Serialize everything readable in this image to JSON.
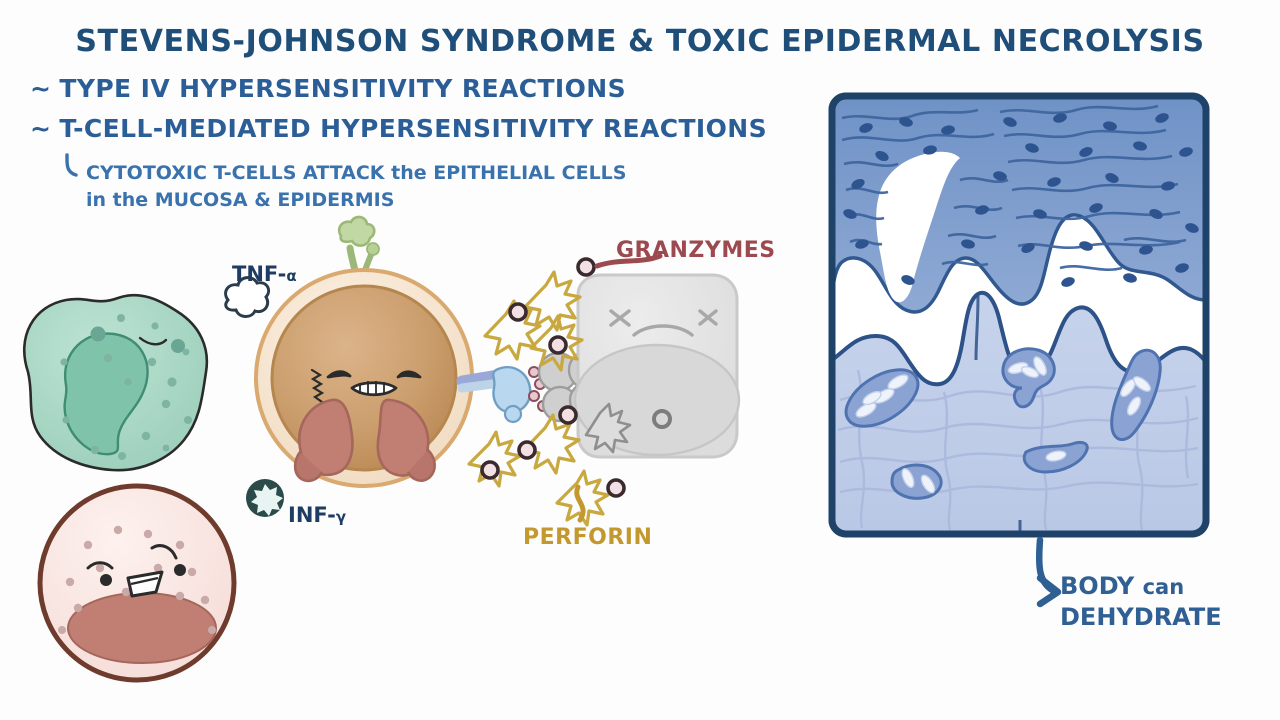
{
  "title": "STEVENS-JOHNSON SYNDROME & TOXIC EPIDERMAL NECROLYSIS",
  "bullets": [
    {
      "marker": "~",
      "text": "TYPE IV HYPERSENSITIVITY REACTIONS"
    },
    {
      "marker": "~",
      "text": "T-CELL-MEDIATED HYPERSENSITIVITY REACTIONS"
    }
  ],
  "subbullet": {
    "line1_a": "CYTOTOXIC T-CELLS ATTACK ",
    "line1_b": "the",
    "line1_c": " EPITHELIAL CELLS",
    "line2_a": "in the",
    "line2_b": " MUCOSA & EPIDERMIS"
  },
  "labels": {
    "tnf": "TNF-",
    "tnf_greek": "α",
    "inf": "INF-",
    "inf_greek": "γ",
    "granzymes": "GRANZYMES",
    "perforin": "PERFORIN",
    "dehydrate_line1_a": "BODY ",
    "dehydrate_line1_b": "can",
    "dehydrate_line2": "DEHYDRATE"
  },
  "colors": {
    "title_blue": "#1f4e79",
    "bullet_blue": "#2b5e96",
    "subbullet_blue": "#3a72ad",
    "granzyme_red": "#9c4a4f",
    "perforin_gold": "#c3992f",
    "panel_border": "#1f4269",
    "epidermis_blue": "#5a7fb8",
    "dermis_blue": "#bfcce8",
    "tcell_tan": "#c99a63",
    "tcell_membrane": "#f5e3cf",
    "target_gray": "#e2e2e2",
    "monocyte_green": "#a8d8c6",
    "eosinophil_pink": "#f7e2e0"
  },
  "cells": {
    "monocyte": "monocyte-cell",
    "tcell": "cytotoxic-t-cell",
    "target": "epithelial-target-cell",
    "eosinophil": "eosinophil-cell"
  },
  "panel": {
    "name": "skin-histology-panel",
    "epidermis": "detached-epidermis",
    "dermis": "dermis-with-vessels",
    "blister": "subepidermal-blister"
  },
  "particles": {
    "perforin_stars": 9,
    "granzyme_circles": 9
  }
}
